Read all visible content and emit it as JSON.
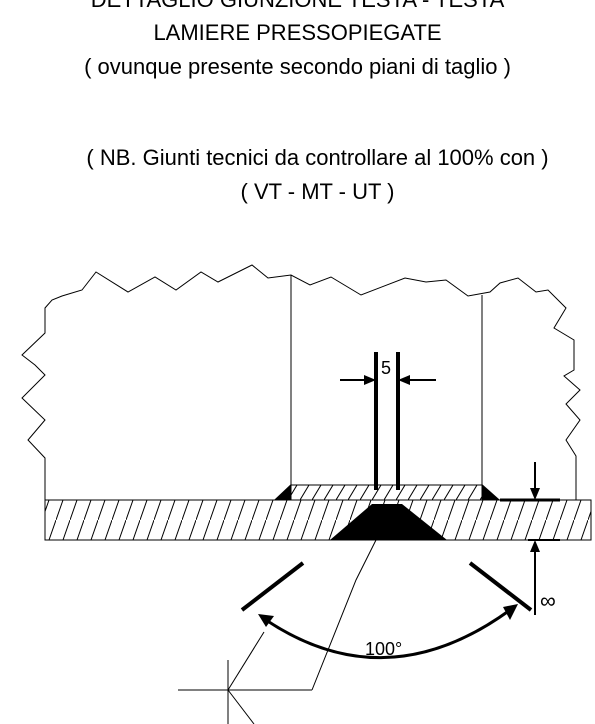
{
  "title_lines": [
    "DETTAGLIO GIUNZIONE TESTA - TESTA",
    "LAMIERE PRESSOPIEGATE",
    "( ovunque presente secondo piani di taglio )"
  ],
  "note_lines": [
    "( NB. Giunti tecnici da controllare al 100% con )",
    "( VT - MT - UT )"
  ],
  "dimensions": {
    "gap": "5",
    "angle": "100°",
    "infinity": "∞"
  }
}
